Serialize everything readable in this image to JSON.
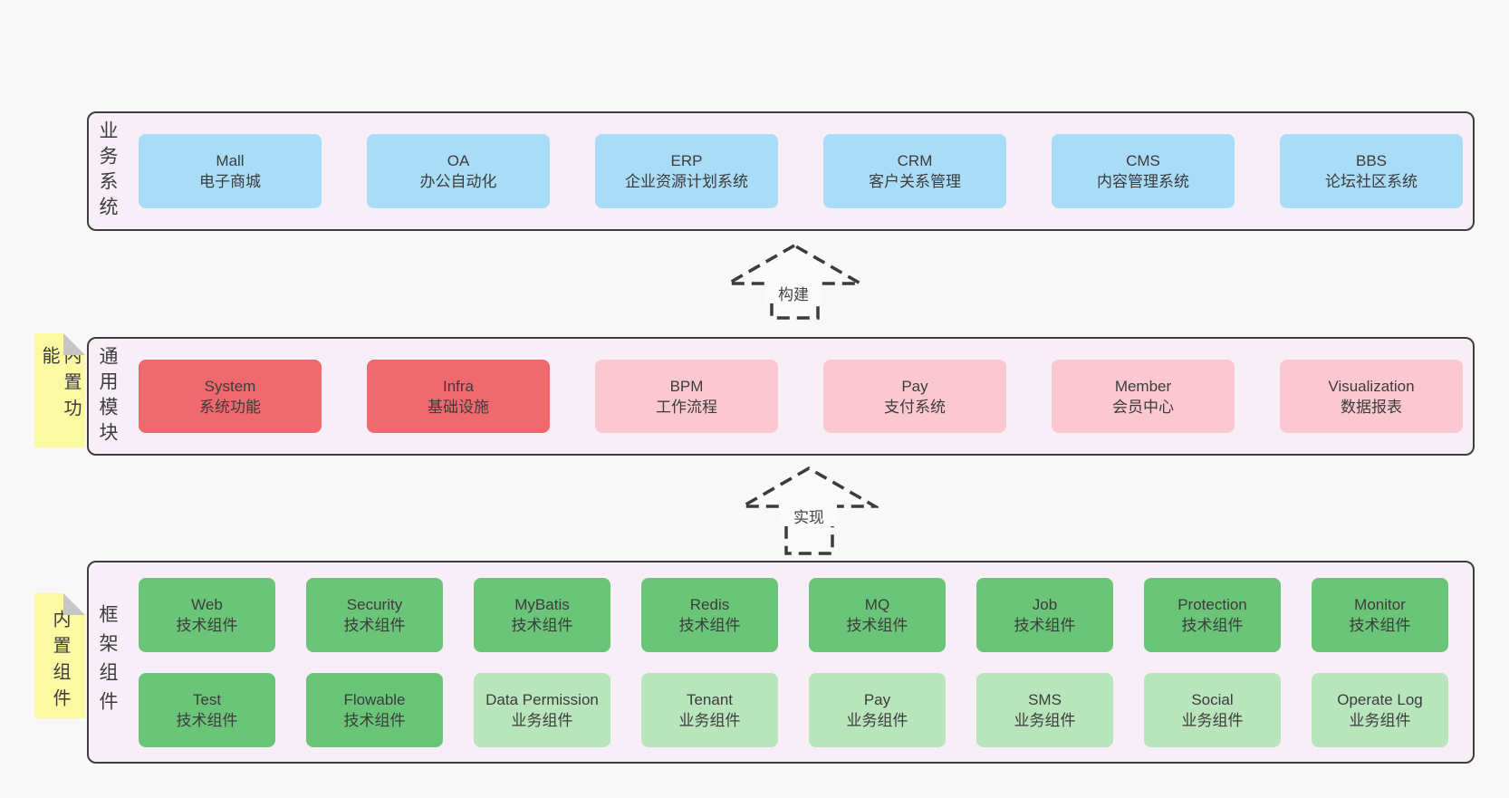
{
  "colors": {
    "page_bg": "#f8f8f8",
    "container_bg": "#f8eef7",
    "container_border": "#3e3e3e",
    "blue": "#a9dcf6",
    "red": "#ee6a6e",
    "pink": "#fbc8d2",
    "green": "#6ac578",
    "green_light": "#b9e5bc",
    "sticky_yellow": "#fbf9a2",
    "text": "#3c3c3c"
  },
  "arrows": [
    {
      "label": "构建"
    },
    {
      "label": "实现"
    }
  ],
  "layers": {
    "business": {
      "label": "业务系统",
      "boxes": [
        {
          "name": "Mall",
          "sub": "电子商城",
          "variant": "blue"
        },
        {
          "name": "OA",
          "sub": "办公自动化",
          "variant": "blue"
        },
        {
          "name": "ERP",
          "sub": "企业资源计划系统",
          "variant": "blue"
        },
        {
          "name": "CRM",
          "sub": "客户关系管理",
          "variant": "blue"
        },
        {
          "name": "CMS",
          "sub": "内容管理系统",
          "variant": "blue"
        },
        {
          "name": "BBS",
          "sub": "论坛社区系统",
          "variant": "blue"
        }
      ]
    },
    "modules": {
      "label": "通用模块",
      "sticky": "内置功能",
      "boxes": [
        {
          "name": "System",
          "sub": "系统功能",
          "variant": "red"
        },
        {
          "name": "Infra",
          "sub": "基础设施",
          "variant": "red"
        },
        {
          "name": "BPM",
          "sub": "工作流程",
          "variant": "pink"
        },
        {
          "name": "Pay",
          "sub": "支付系统",
          "variant": "pink"
        },
        {
          "name": "Member",
          "sub": "会员中心",
          "variant": "pink"
        },
        {
          "name": "Visualization",
          "sub": "数据报表",
          "variant": "pink"
        }
      ]
    },
    "components": {
      "label": "框架组件",
      "sticky": "内置组件",
      "row1": [
        {
          "name": "Web",
          "sub": "技术组件",
          "variant": "green"
        },
        {
          "name": "Security",
          "sub": "技术组件",
          "variant": "green"
        },
        {
          "name": "MyBatis",
          "sub": "技术组件",
          "variant": "green"
        },
        {
          "name": "Redis",
          "sub": "技术组件",
          "variant": "green"
        },
        {
          "name": "MQ",
          "sub": "技术组件",
          "variant": "green"
        },
        {
          "name": "Job",
          "sub": "技术组件",
          "variant": "green"
        },
        {
          "name": "Protection",
          "sub": "技术组件",
          "variant": "green"
        },
        {
          "name": "Monitor",
          "sub": "技术组件",
          "variant": "green"
        }
      ],
      "row2": [
        {
          "name": "Test",
          "sub": "技术组件",
          "variant": "green"
        },
        {
          "name": "Flowable",
          "sub": "技术组件",
          "variant": "green"
        },
        {
          "name": "Data Permission",
          "sub": "业务组件",
          "variant": "green-light"
        },
        {
          "name": "Tenant",
          "sub": "业务组件",
          "variant": "green-light"
        },
        {
          "name": "Pay",
          "sub": "业务组件",
          "variant": "green-light"
        },
        {
          "name": "SMS",
          "sub": "业务组件",
          "variant": "green-light"
        },
        {
          "name": "Social",
          "sub": "业务组件",
          "variant": "green-light"
        },
        {
          "name": "Operate Log",
          "sub": "业务组件",
          "variant": "green-light"
        }
      ]
    }
  }
}
